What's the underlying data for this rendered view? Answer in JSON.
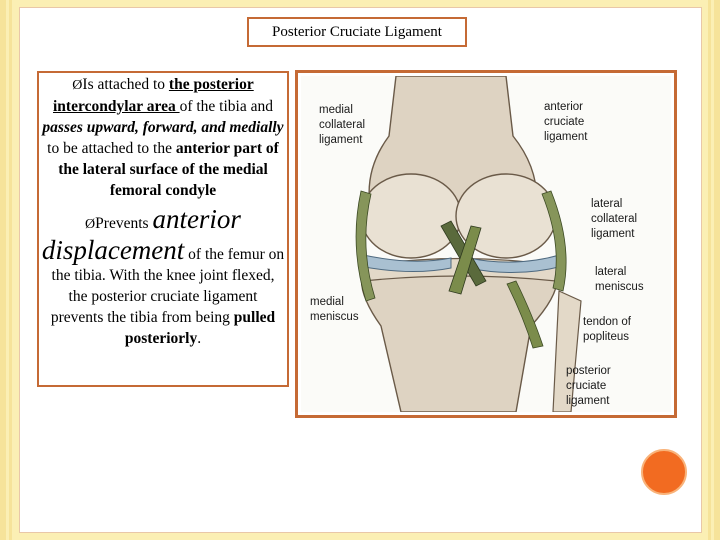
{
  "slide": {
    "title": "Posterior Cruciate Ligament",
    "bullet1": {
      "marker": "Ø",
      "pre": "Is attached to ",
      "link1": "the posterior intercondylar area ",
      "mid1": "of the tibia and ",
      "em1": "passes upward, forward, and medially",
      "mid2": " to be attached to the ",
      "strong1": "anterior part of the lateral surface of the medial femoral condyle"
    },
    "bullet2": {
      "marker": "Ø",
      "pre": "Prevents ",
      "em_big": "anterior displacement",
      "mid": " of the femur on the tibia. With the knee joint flexed, the posterior cruciate ligament prevents the tibia from being ",
      "strong": "pulled posteriorly",
      "end": "."
    }
  },
  "figure": {
    "labels": {
      "medial_collateral": "medial\ncollateral\nligament",
      "anterior_cruciate": "anterior\ncruciate\nligament",
      "lateral_collateral": "lateral\ncollateral\nligament",
      "lateral_meniscus": "lateral\nmeniscus",
      "medial_meniscus": "medial\nmeniscus",
      "tendon_popliteus": "tendon of\npopliteus",
      "posterior_cruciate": "posterior\ncruciate\nligament"
    }
  }
}
